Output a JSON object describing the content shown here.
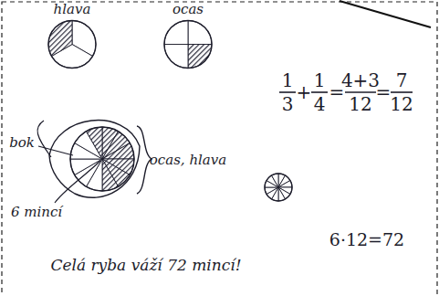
{
  "diagram": {
    "nodes": [
      {
        "text": [
          "hlava"
        ]
      },
      {
        "text": [
          "ocas"
        ]
      }
    ],
    "labels": [
      "1",
      "3",
      "+",
      "1",
      "4",
      "=",
      "4+3",
      "12",
      "=",
      "7",
      "12",
      "bok",
      "ocas, hlava",
      "6 mincí",
      "6·12=72",
      "Celá ryba váží 72 mincí!"
    ]
  }
}
